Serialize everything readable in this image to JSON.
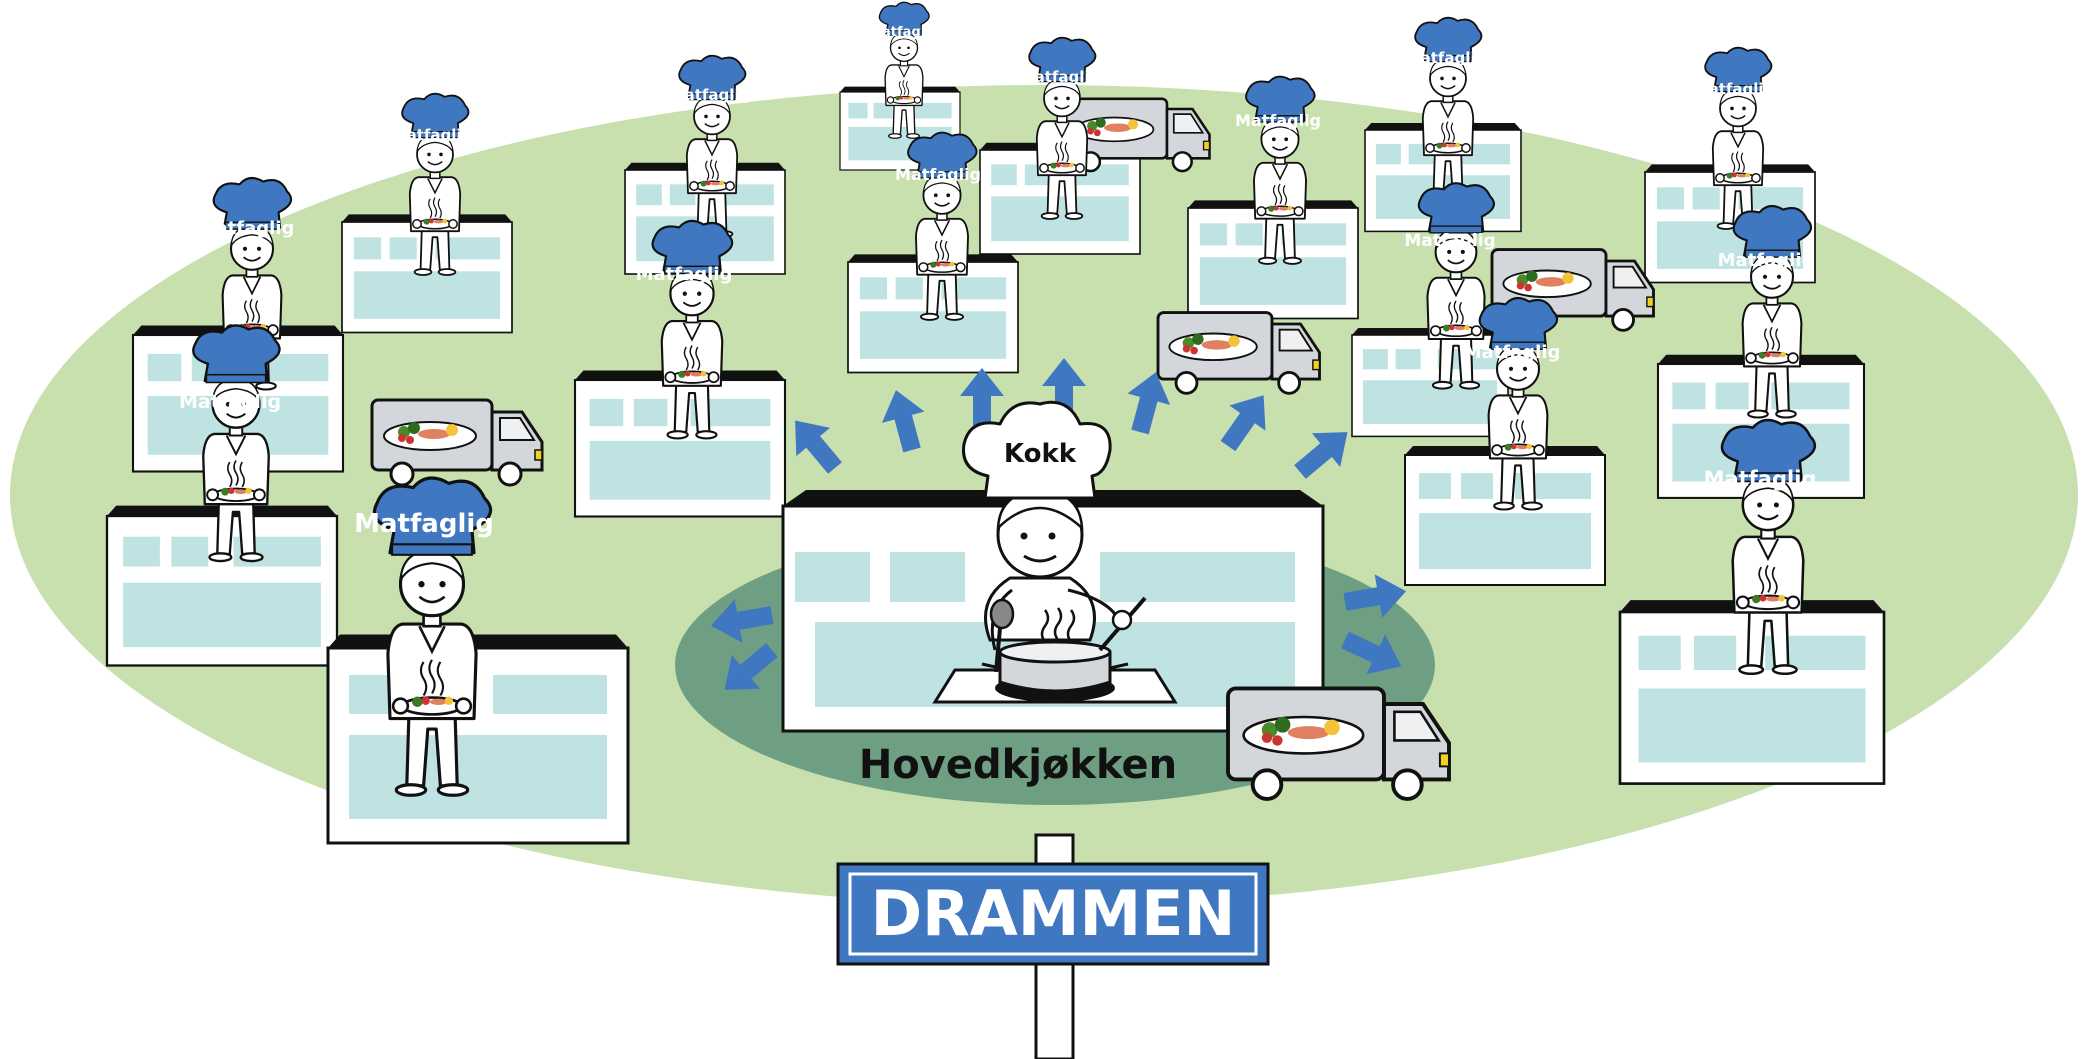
{
  "labels": {
    "hat": "Matfaglig",
    "chef_hat": "Kokk",
    "kitchen": "Hovedkjøkken",
    "sign": "DRAMMEN"
  },
  "colors": {
    "field": "#c8e0ae",
    "kitchen_zone": "#6f9f82",
    "hat_blue": "#3f77c0",
    "arrow_blue": "#3f77c0",
    "window": "#bfe3e3",
    "van": "#d3d6da",
    "sign_blue": "#3f77c0"
  },
  "icons": [
    "chef-hat-icon",
    "building-icon",
    "food-van-icon",
    "arrow-icon",
    "cooking-pot-icon",
    "steam-icon",
    "food-plate-icon",
    "signpost-icon"
  ]
}
